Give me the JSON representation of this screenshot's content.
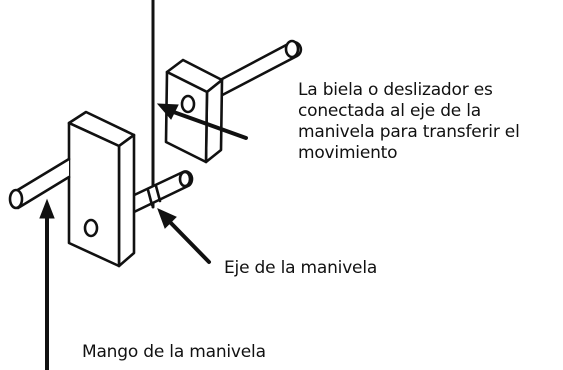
{
  "labels": {
    "connecting_rod": {
      "lines": [
        "La biela o deslizador es",
        "conectada al eje de la",
        "manivela para transferir el",
        "movimiento"
      ]
    },
    "crank_axle": "Eje de la manivela",
    "crank_handle": "Mango de la manivela"
  },
  "colors": {
    "ink": "#111111",
    "background": "#ffffff"
  }
}
